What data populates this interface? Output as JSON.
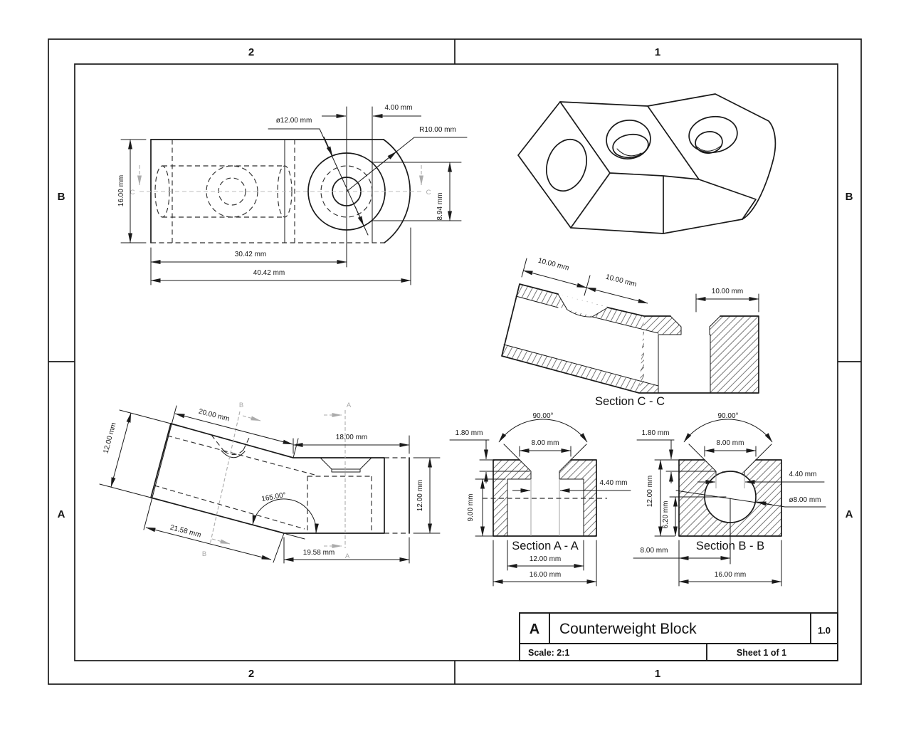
{
  "frame": {
    "zone_top_left": "2",
    "zone_top_right": "1",
    "zone_bottom_left": "2",
    "zone_bottom_right": "1",
    "zone_left_top": "B",
    "zone_left_bottom": "A",
    "zone_right_top": "B",
    "zone_right_bottom": "A"
  },
  "title_block": {
    "zone": "A",
    "title": "Counterweight Block",
    "revision": "1.0",
    "scale": "Scale: 2:1",
    "sheet": "Sheet 1 of 1"
  },
  "top_view": {
    "section_mark": "C",
    "dim_height": "16.00 mm",
    "dim_len_center": "30.42 mm",
    "dim_len_total": "40.42 mm",
    "dim_offset": "4.00 mm",
    "dim_bore": "ø12.00 mm",
    "dim_radius": "R10.00 mm",
    "dim_flat": "8.94 mm"
  },
  "front_view": {
    "section_mark_a": "A",
    "section_mark_b": "B",
    "dim_arm_width": "12.00 mm",
    "dim_arm_top": "20.00 mm",
    "dim_arm_bottom": "21.58 mm",
    "dim_angle": "165.00°",
    "dim_top_right": "18.00 mm",
    "dim_height_right": "12.00 mm",
    "dim_bottom_right": "19.58 mm"
  },
  "section_cc": {
    "label": "Section C - C",
    "dim_left": "10.00 mm",
    "dim_mid": "10.00 mm",
    "dim_right": "10.00 mm"
  },
  "section_aa": {
    "label": "Section A - A",
    "dim_angle": "90.00°",
    "dim_cs_depth": "1.80 mm",
    "dim_cs_dia": "8.00 mm",
    "dim_hole": "4.40 mm",
    "dim_pocket_depth": "9.00 mm",
    "dim_pocket_width": "12.00 mm",
    "dim_width": "16.00 mm"
  },
  "section_bb": {
    "label": "Section B - B",
    "dim_angle": "90.00°",
    "dim_cs_depth": "1.80 mm",
    "dim_cs_dia": "8.00 mm",
    "dim_hole": "4.40 mm",
    "dim_bore": "ø8.00 mm",
    "dim_height": "12.00 mm",
    "dim_center_y": "6.20 mm",
    "dim_center_x": "8.00 mm",
    "dim_width": "16.00 mm"
  },
  "colors": {
    "line": "#1a1a1a",
    "section_gray": "#aaaaaa",
    "background": "#ffffff"
  }
}
